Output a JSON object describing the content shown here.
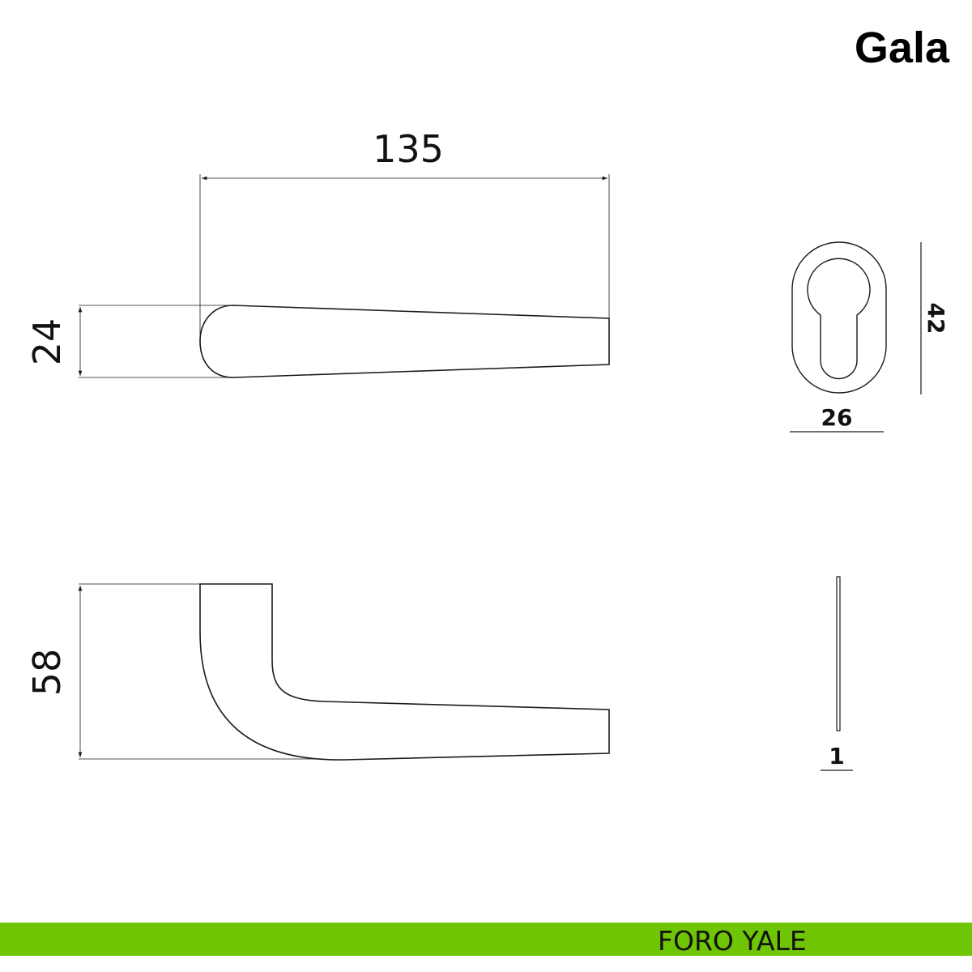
{
  "title": "Gala",
  "dimensions": {
    "length": "135",
    "height_top": "24",
    "height_side": "58",
    "escutcheon_height": "42",
    "escutcheon_width": "26",
    "plate_thickness": "1"
  },
  "footer": {
    "label": "FORO YALE"
  },
  "colors": {
    "accent": "#6fc404",
    "line": "#1a1a1a"
  }
}
